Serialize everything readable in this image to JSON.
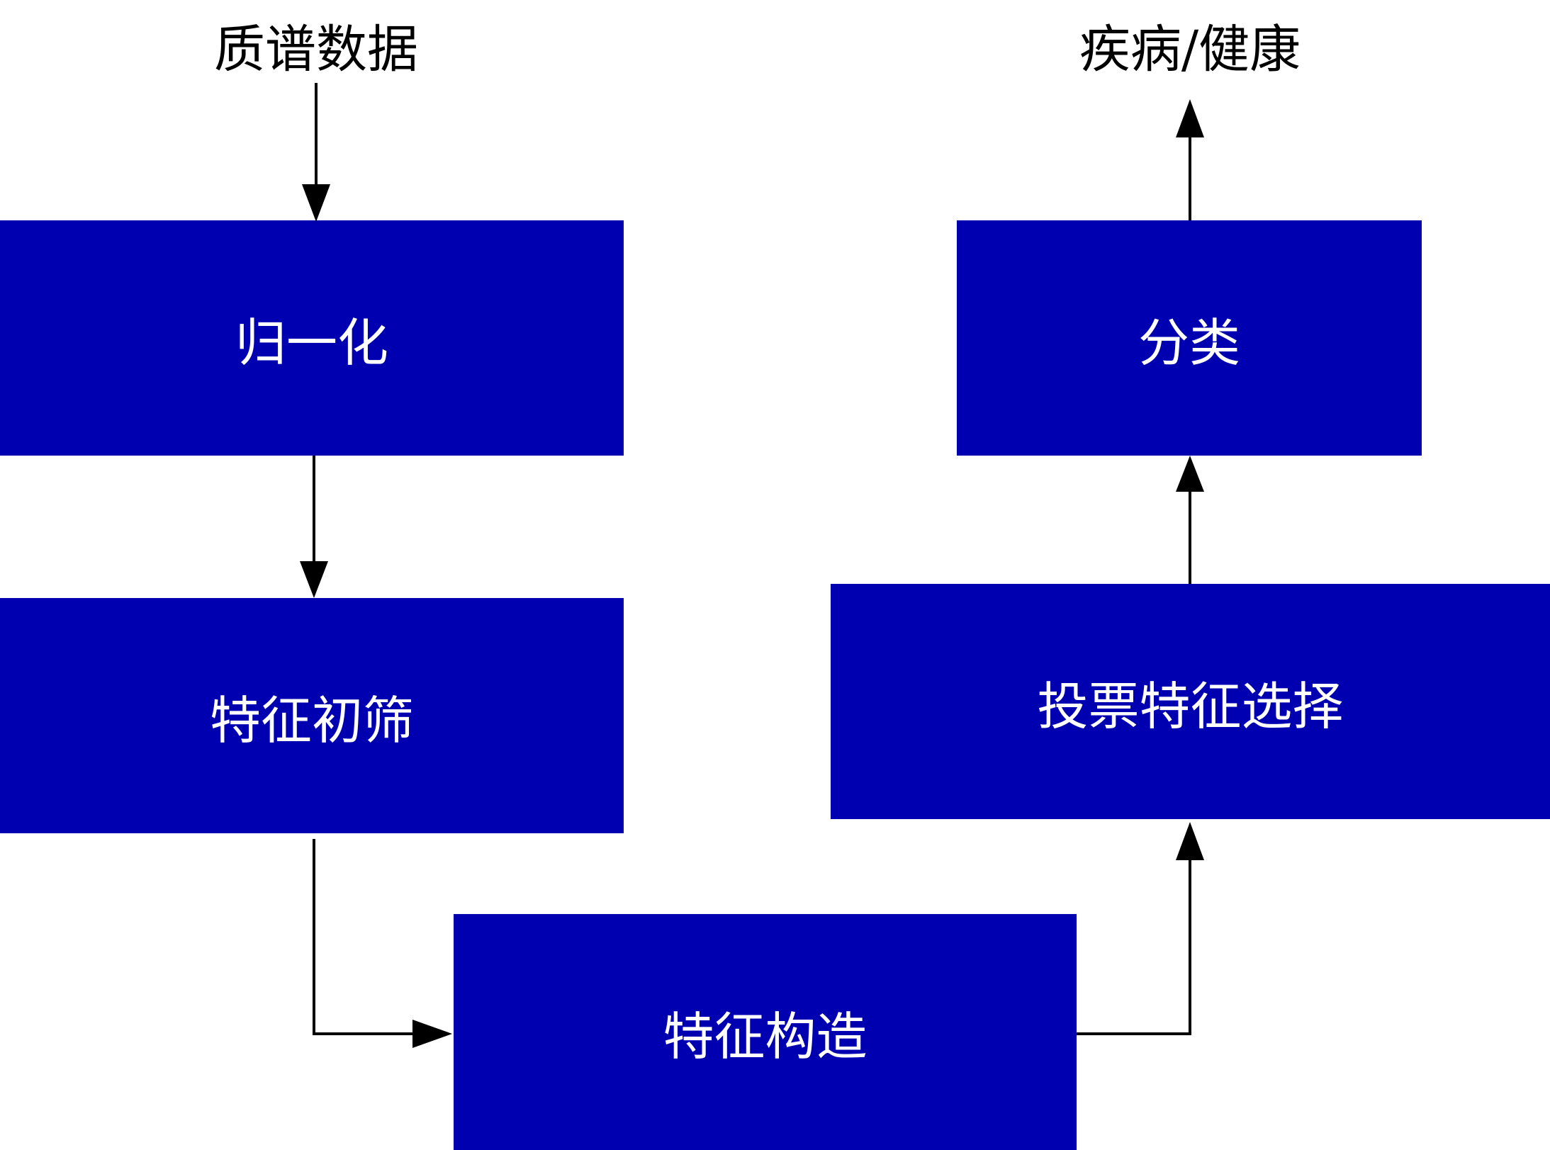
{
  "diagram": {
    "input_label": "质谱数据",
    "output_label": "疾病/健康",
    "box_color": "#0000B0",
    "steps": [
      {
        "id": "normalize",
        "label": "归一化"
      },
      {
        "id": "initial-screening",
        "label": "特征初筛"
      },
      {
        "id": "construction",
        "label": "特征构造"
      },
      {
        "id": "voting-selection",
        "label": "投票特征选择"
      },
      {
        "id": "classify",
        "label": "分类"
      }
    ],
    "flow": [
      "质谱数据",
      "归一化",
      "特征初筛",
      "特征构造",
      "投票特征选择",
      "分类",
      "疾病/健康"
    ]
  }
}
